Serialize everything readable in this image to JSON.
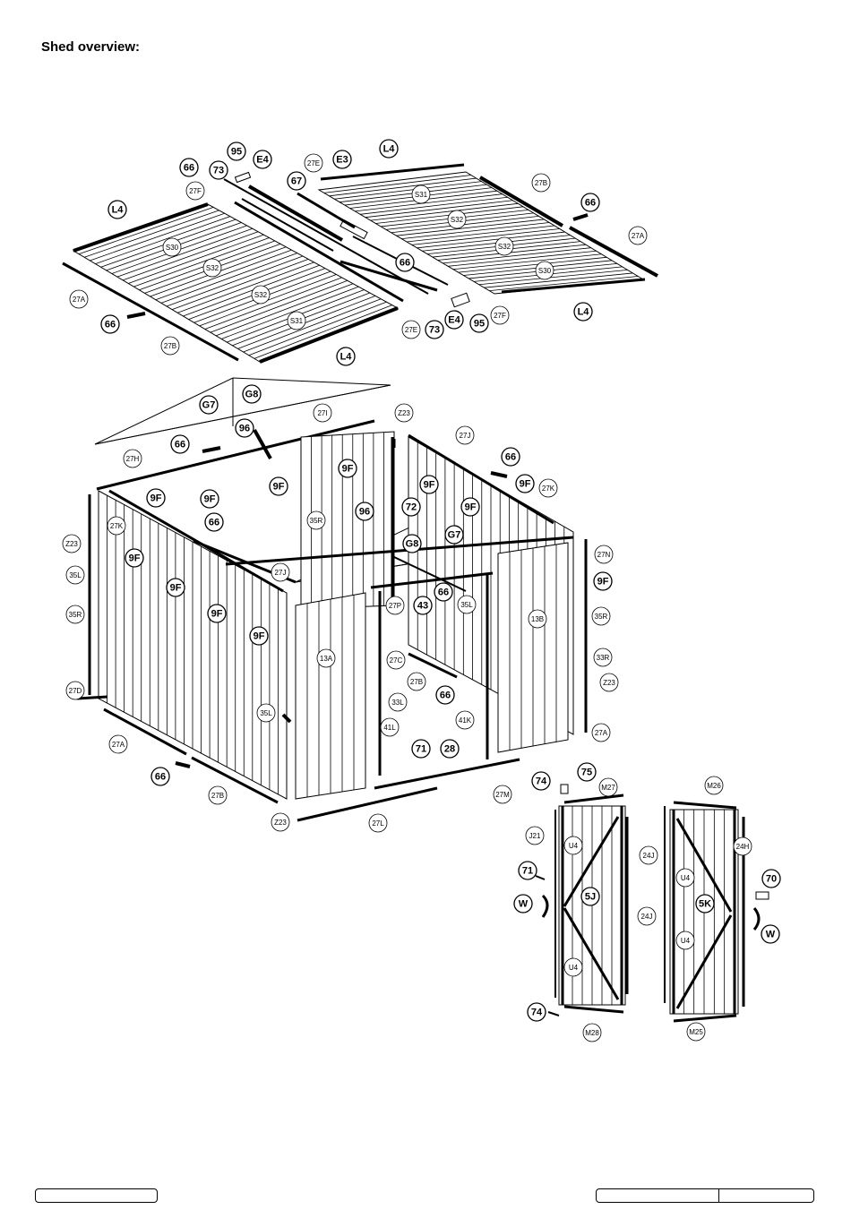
{
  "page": {
    "title": "Shed overview:"
  },
  "labels": {
    "p95": "95",
    "pE4": "E4",
    "p66": "66",
    "p73": "73",
    "p27E": "27E",
    "pE3": "E3",
    "pL4": "L4",
    "p27F": "27F",
    "p67": "67",
    "p27B": "27B",
    "pS31": "S31",
    "pS32": "S32",
    "pS30": "S30",
    "p27A": "27A",
    "pG7": "G7",
    "pG8": "G8",
    "p96": "96",
    "p27I": "27I",
    "pZ23": "Z23",
    "p27J": "27J",
    "p27H": "27H",
    "p9F": "9F",
    "p27K": "27K",
    "p35R": "35R",
    "p72": "72",
    "p35L": "35L",
    "p27N": "27N",
    "p43": "43",
    "p27P": "27P",
    "p13A": "13A",
    "p13B": "13B",
    "p27C": "27C",
    "p33R": "33R",
    "p27D": "27D",
    "p33L": "33L",
    "p41L": "41L",
    "p41K": "41K",
    "p71": "71",
    "p28": "28",
    "p27M": "27M",
    "p27L": "27L",
    "p74": "74",
    "p75": "75",
    "pM27": "M27",
    "pM28": "M28",
    "pJ21": "J21",
    "pU4": "U4",
    "p24J": "24J",
    "p24H": "24H",
    "p70": "70",
    "pW": "W",
    "p5J": "5J",
    "p5K": "5K",
    "pM26": "M26",
    "pM25": "M25"
  }
}
